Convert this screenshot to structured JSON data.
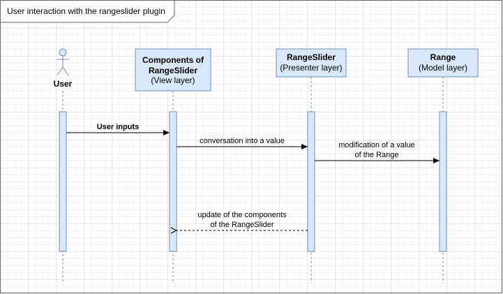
{
  "frame": {
    "title": "User interaction with the rangeslider plugin"
  },
  "actor": {
    "name": "User"
  },
  "lifelines": {
    "view": {
      "line1": "Components of",
      "line2": "RangeSlider",
      "line3": "(View layer)"
    },
    "presenter": {
      "line1": "RangeSlider",
      "line2": "(Presenter layer)"
    },
    "model": {
      "line1": "Range",
      "line2": "(Model layer)"
    }
  },
  "messages": {
    "user_inputs": "User inputs",
    "conversion": "conversation into a value",
    "modification": {
      "line1": "modification of a value",
      "line2": "of the Range"
    },
    "update": {
      "line1": "update of the components",
      "line2": "of the RangeSlider"
    }
  },
  "colors": {
    "box_fill": "#dae8fc",
    "box_stroke": "#6c8ebf",
    "frame_stroke": "#666666",
    "line": "#000000"
  }
}
